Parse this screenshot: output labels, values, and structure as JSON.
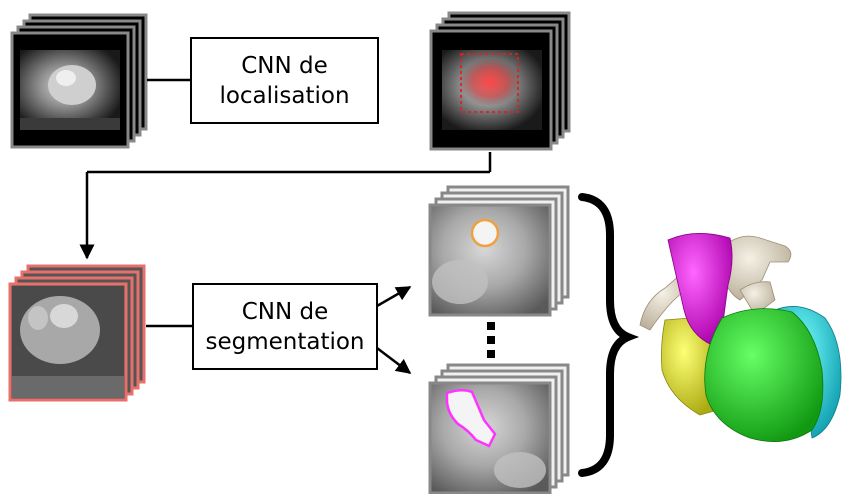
{
  "steps": {
    "localisation": {
      "line1": "CNN de",
      "line2": "localisation"
    },
    "segmentation": {
      "line1": "CNN de",
      "line2": "segmentation"
    }
  },
  "colors": {
    "crop_border": "#e8706a",
    "roi_box": "#e02020",
    "mask_orange": "#f0a040",
    "mask_magenta": "#ff33ff",
    "heart_magenta": "#cc00cc",
    "heart_green": "#22cc22",
    "heart_yellow": "#dddd22",
    "heart_cyan": "#22ccdd",
    "heart_cream": "#e5ddcc"
  }
}
